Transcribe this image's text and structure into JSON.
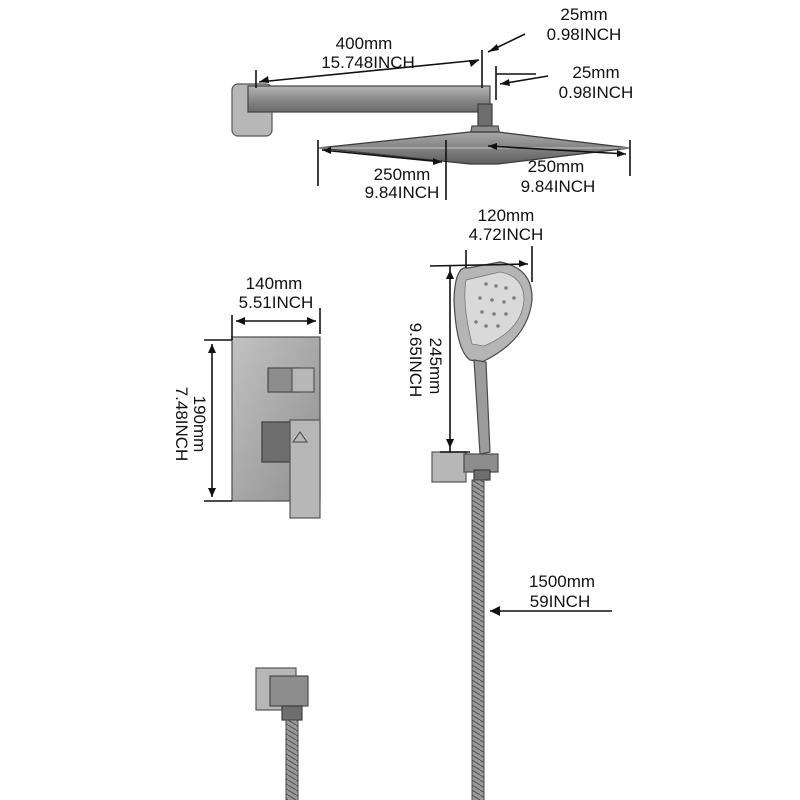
{
  "arm": {
    "length_mm": "400mm",
    "length_in": "15.748INCH",
    "width_mm": "25mm",
    "width_in": "0.98INCH",
    "height_mm": "25mm",
    "height_in": "0.98INCH"
  },
  "rain_head": {
    "left_mm": "250mm",
    "left_in": "9.84INCH",
    "right_mm": "250mm",
    "right_in": "9.84INCH"
  },
  "handheld": {
    "width_mm": "120mm",
    "width_in": "4.72INCH",
    "length_mm": "245mm",
    "length_in": "9.65INCH"
  },
  "valve_plate": {
    "width_mm": "140mm",
    "width_in": "5.51INCH",
    "height_mm": "190mm",
    "height_in": "7.48INCH"
  },
  "hose": {
    "length_mm": "1500mm",
    "length_in": "59INCH"
  },
  "colors": {
    "metal": "#8d8d8d",
    "background": "#ffffff",
    "ink": "#111111"
  }
}
